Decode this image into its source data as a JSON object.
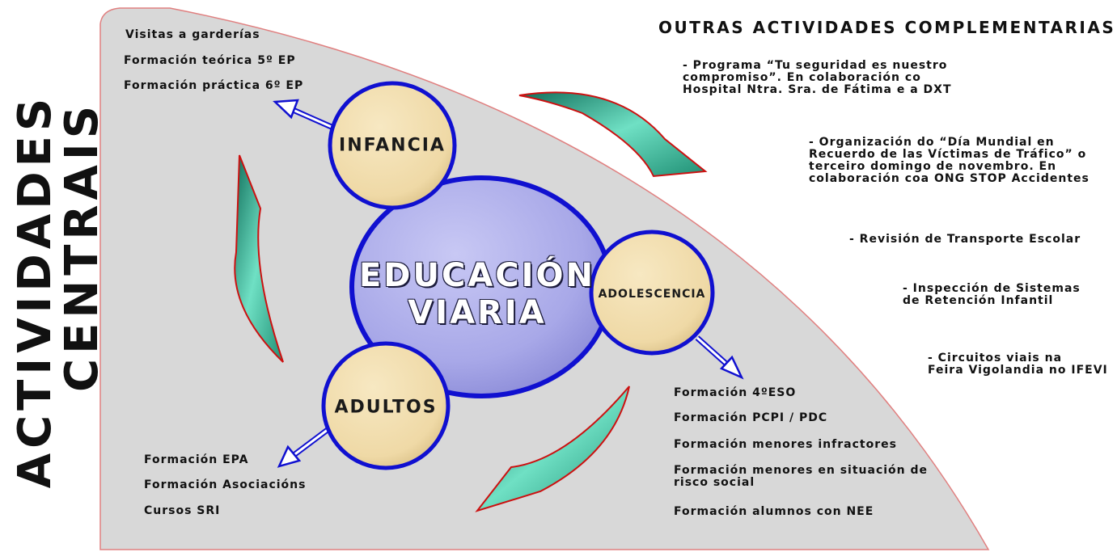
{
  "side_title": {
    "line1": "ACTIVIDADES",
    "line2": "CENTRAIS"
  },
  "center": {
    "line1": "EDUCACIÓN",
    "line2": "VIARIA"
  },
  "circles": {
    "infancia": "INFANCIA",
    "adolescencia": "ADOLESCENCIA",
    "adultos": "ADULTOS"
  },
  "infancia_items": [
    "Visitas a garderías",
    "Formación teórica 5º EP",
    "Formación práctica 6º EP"
  ],
  "adultos_items": [
    "Formación EPA",
    "Formación Asociacións",
    "Cursos SRI"
  ],
  "adolescencia_items": [
    "Formación 4ºESO",
    "Formación PCPI / PDC",
    "Formación menores infractores",
    "Formación menores en situación de\nrisco social",
    "Formación alumnos con NEE"
  ],
  "outras": {
    "heading": "OUTRAS ACTIVIDADES COMPLEMENTARIAS",
    "items": [
      "- Programa “Tu seguridad es nuestro\ncompromiso”. En colaboración co\nHospital Ntra. Sra. de Fátima e a DXT",
      "- Organización do “Día Mundial en\nRecuerdo de las Víctimas de Tráfico” o\nterceiro domingo de novembro. En\ncolaboración coa ONG STOP Accidentes",
      "- Revisión de Transporte Escolar",
      "- Inspección de Sistemas\nde Retención Infantil",
      "- Circuitos viais na\nFeira Vigolandia no IFEVI"
    ]
  },
  "colors": {
    "panel": "#d8d8d8",
    "panel_edge": "#e06060",
    "ellipse_fill": "#a8a8e8",
    "circle_fill": "#efd9a6",
    "circle_stroke": "#1010d0",
    "curved_arrow": "#3fbfa0",
    "curved_arrow_edge": "#cc1010"
  }
}
